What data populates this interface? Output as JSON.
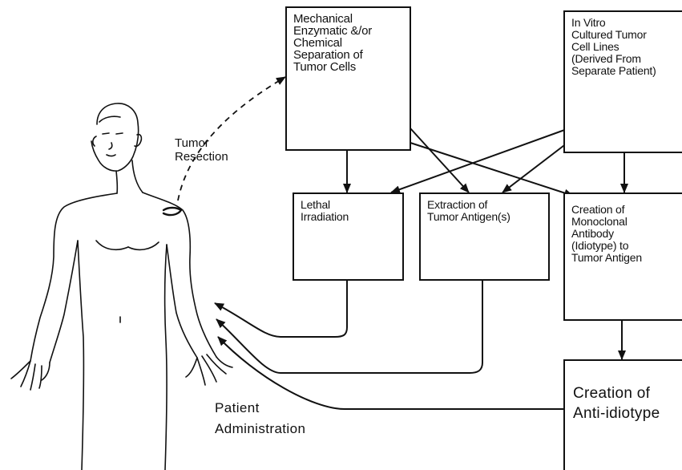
{
  "boxes": {
    "separation": "Mechanical\nEnzymatic &/or\nChemical\nSeparation of\nTumor Cells",
    "invitro": "In Vitro\nCultured Tumor\nCell Lines\n(Derived From\nSeparate Patient)",
    "irradiation": "Lethal\nIrradiation",
    "extraction": "Extraction of\nTumor Antigen(s)",
    "monoclonal": "Creation of\nMonoclonal\nAntibody\n(Idiotype) to\nTumor Antigen",
    "antiidiotype": "Creation of\nAnti-idiotype"
  },
  "labels": {
    "resection": "Tumor\nResection",
    "administration": "Patient\nAdministration"
  }
}
